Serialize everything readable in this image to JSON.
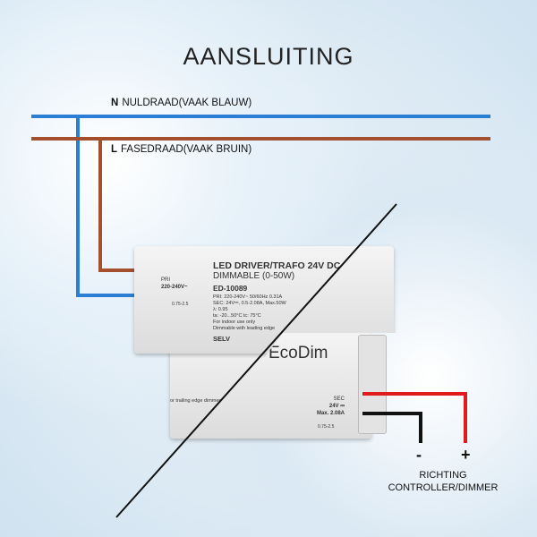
{
  "title": "AANSLUITING",
  "wires": {
    "neutral": {
      "letter": "N",
      "label": "NULDRAAD(VAAK BLAUW)",
      "color": "#2a7fd4"
    },
    "live": {
      "letter": "L",
      "label": "FASEDRAAD(VAAK BRUIN)",
      "color": "#a4502f"
    },
    "positive_color": "#e01b1b",
    "negative_color": "#111111"
  },
  "driver": {
    "heading": "LED DRIVER/TRAFO 24V DC",
    "subheading": "DIMMABLE (0-50W)",
    "model": "ED-10089",
    "pri_label": "PRI",
    "pri_value": "220-240V~",
    "pri_wire": "0.75-2.5",
    "specs": [
      "PRI: 220-240V~ 50/60Hz 0.31A",
      "SEC: 24V⎓, 0.5-2.08A, Max.50W",
      "λ: 0.95",
      "ta: -20...50°C  tc: 75°C",
      "For indoor use only",
      "Dimmable with leading edge"
    ],
    "selv": "SELV",
    "brand": "EcoDim",
    "trailing": "or trailing edge dimmer",
    "sec_label": "SEC",
    "sec_value": "24V ⎓",
    "sec_max": "Max. 2.08A",
    "sec_wire": "0.75-2.5"
  },
  "output": {
    "minus": "-",
    "plus": "+",
    "direction_line1": "RICHTING",
    "direction_line2": "CONTROLLER/DIMMER"
  }
}
